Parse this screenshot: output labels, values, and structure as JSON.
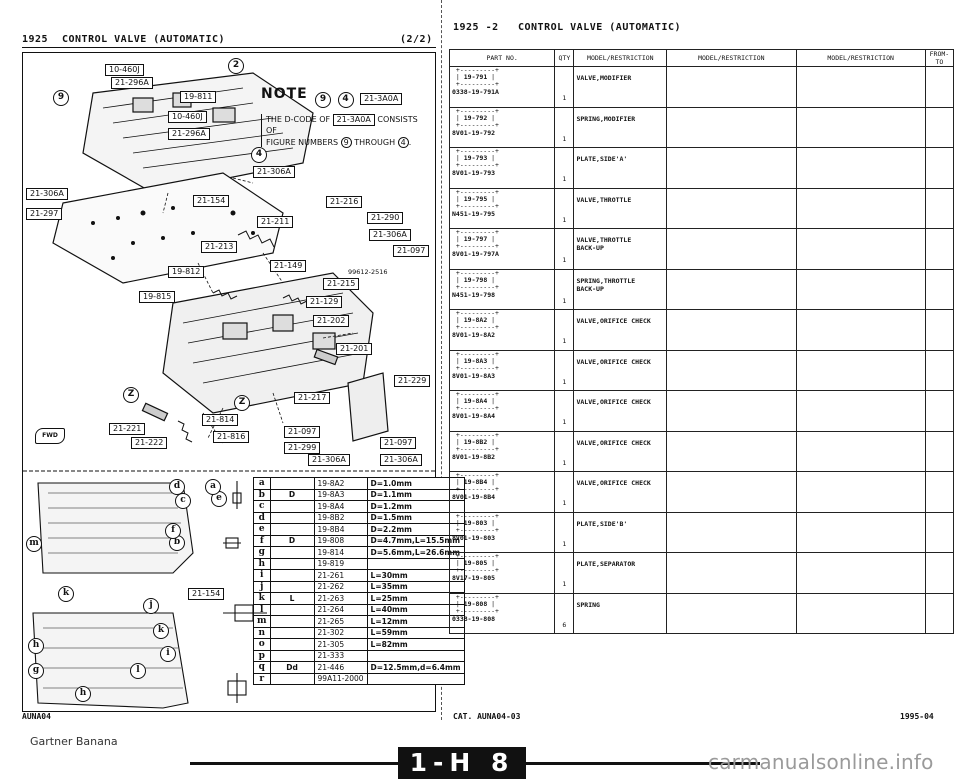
{
  "left_header": {
    "code": "1925",
    "title": "CONTROL VALVE (AUTOMATIC)",
    "page": "(2/2)"
  },
  "right_header": {
    "code": "1925 -2",
    "title": "CONTROL VALVE (AUTOMATIC)"
  },
  "note": {
    "title": "NOTE",
    "line1": "THE D-CODE OF",
    "ref": "21-3A0A",
    "line1b": "CONSISTS OF",
    "line2": "FIGURE NUMBERS",
    "line2b": "THROUGH",
    "circ_from": "9",
    "circ_to": "4"
  },
  "callouts": {
    "top_circle": "2",
    "c9": "9",
    "c4": "4",
    "cz1": "Z",
    "cz2": "Z",
    "r_10460a": "10-460J",
    "r_19811": "19-811",
    "r_21296a": "21-296A",
    "r_10460b": "10-460J",
    "r_21296b": "21-296A",
    "r_21306a1": "21-306A",
    "r_21306a2": "21-306A",
    "r_21297": "21-297",
    "r_21154a": "21-154",
    "r_21216": "21-216",
    "r_21211": "21-211",
    "r_21290": "21-290",
    "r_21306a3": "21-306A",
    "r_21213": "21-213",
    "r_21097a": "21-097",
    "r_19812": "19-812",
    "r_21149": "21-149",
    "r_99612": "99612-2516",
    "r_21215": "21-215",
    "r_19815": "19-815",
    "r_21129": "21-129",
    "r_21202": "21-202",
    "r_21201": "21-201",
    "r_21229": "21-229",
    "r_21217": "21-217",
    "r_21814": "21-814",
    "r_21221": "21-221",
    "r_21816": "21-816",
    "r_21222": "21-222",
    "r_21097b": "21-097",
    "r_21299": "21-299",
    "r_21097c": "21-097",
    "r_21306a4": "21-306A",
    "r_21306a5": "21-306A",
    "r_21154b": "21-154",
    "fwd": "FWD",
    "low_circles": [
      "d",
      "e",
      "a",
      "c",
      "b",
      "f",
      "m",
      "k",
      "j",
      "k",
      "h",
      "i",
      "g",
      "l",
      "h"
    ]
  },
  "spec_rows": [
    {
      "key": "a",
      "part": "19-8A2",
      "dim": "D=1.0mm"
    },
    {
      "key": "b",
      "part": "19-8A3",
      "dim": "D=1.1mm"
    },
    {
      "key": "c",
      "part": "19-8A4",
      "dim": "D=1.2mm"
    },
    {
      "key": "d",
      "part": "19-8B2",
      "dim": "D=1.5mm"
    },
    {
      "key": "e",
      "part": "19-8B4",
      "dim": "D=2.2mm"
    },
    {
      "key": "f",
      "part": "19-808",
      "dim": "D=4.7mm,L=15.5mm"
    },
    {
      "key": "g",
      "part": "19-814",
      "dim": "D=5.6mm,L=26.6mm"
    },
    {
      "key": "h",
      "part": "19-819",
      "dim": ""
    },
    {
      "key": "i",
      "part": "21-261",
      "dim": "L=30mm"
    },
    {
      "key": "j",
      "part": "21-262",
      "dim": "L=35mm"
    },
    {
      "key": "k",
      "part": "21-263",
      "dim": "L=25mm"
    },
    {
      "key": "l",
      "part": "21-264",
      "dim": "L=40mm"
    },
    {
      "key": "m",
      "part": "21-265",
      "dim": "L=12mm"
    },
    {
      "key": "n",
      "part": "21-302",
      "dim": "L=59mm"
    },
    {
      "key": "o",
      "part": "21-305",
      "dim": "L=82mm"
    },
    {
      "key": "p",
      "part": "21-333",
      "dim": ""
    },
    {
      "key": "q",
      "part": "21-446",
      "dim": "D=12.5mm,d=6.4mm"
    },
    {
      "key": "r",
      "part": "99A11-2000",
      "dim": ""
    }
  ],
  "spec_symbols": {
    "D": "D",
    "L": "L",
    "d": "d"
  },
  "table": {
    "headers": [
      "PART NO.",
      "QTY",
      "MODEL/RESTRICTION",
      "MODEL/RESTRICTION",
      "MODEL/RESTRICTION",
      "FROM-TO"
    ],
    "rows": [
      {
        "ref": "19-791",
        "part": "0338-19-791A",
        "qty": "1",
        "desc": "VALVE,MODIFIER"
      },
      {
        "ref": "19-792",
        "part": "8V01-19-792",
        "qty": "1",
        "desc": "SPRING,MODIFIER"
      },
      {
        "ref": "19-793",
        "part": "8V01-19-793",
        "qty": "1",
        "desc": "PLATE,SIDE'A'"
      },
      {
        "ref": "19-795",
        "part": "N451-19-795",
        "qty": "1",
        "desc": "VALVE,THROTTLE"
      },
      {
        "ref": "19-797",
        "part": "8V01-19-797A",
        "qty": "1",
        "desc": "VALVE,THROTTLE BACK-UP"
      },
      {
        "ref": "19-798",
        "part": "N451-19-798",
        "qty": "1",
        "desc": "SPRING,THROTTLE BACK-UP"
      },
      {
        "ref": "19-8A2",
        "part": "8V01-19-8A2",
        "qty": "1",
        "desc": "VALVE,ORIFICE CHECK"
      },
      {
        "ref": "19-8A3",
        "part": "8V01-19-8A3",
        "qty": "1",
        "desc": "VALVE,ORIFICE CHECK"
      },
      {
        "ref": "19-8A4",
        "part": "8V01-19-8A4",
        "qty": "1",
        "desc": "VALVE,ORIFICE CHECK"
      },
      {
        "ref": "19-8B2",
        "part": "8V01-19-8B2",
        "qty": "1",
        "desc": "VALVE,ORIFICE CHECK"
      },
      {
        "ref": "19-8B4",
        "part": "8V01-19-8B4",
        "qty": "1",
        "desc": "VALVE,ORIFICE CHECK"
      },
      {
        "ref": "19-803",
        "part": "8V01-19-803",
        "qty": "1",
        "desc": "PLATE,SIDE'B'"
      },
      {
        "ref": "19-805",
        "part": "8V17-19-805",
        "qty": "1",
        "desc": "PLATE,SEPARATOR"
      },
      {
        "ref": "19-808",
        "part": "0338-19-808",
        "qty": "6",
        "desc": "SPRING"
      }
    ]
  },
  "footer": {
    "left_code": "AUNA04",
    "cat": "CAT. AUNA04-03",
    "date": "1995-04",
    "watermark": "Gartner Banana",
    "site": "carmanualsonline.info",
    "banner": "1-H 8"
  }
}
